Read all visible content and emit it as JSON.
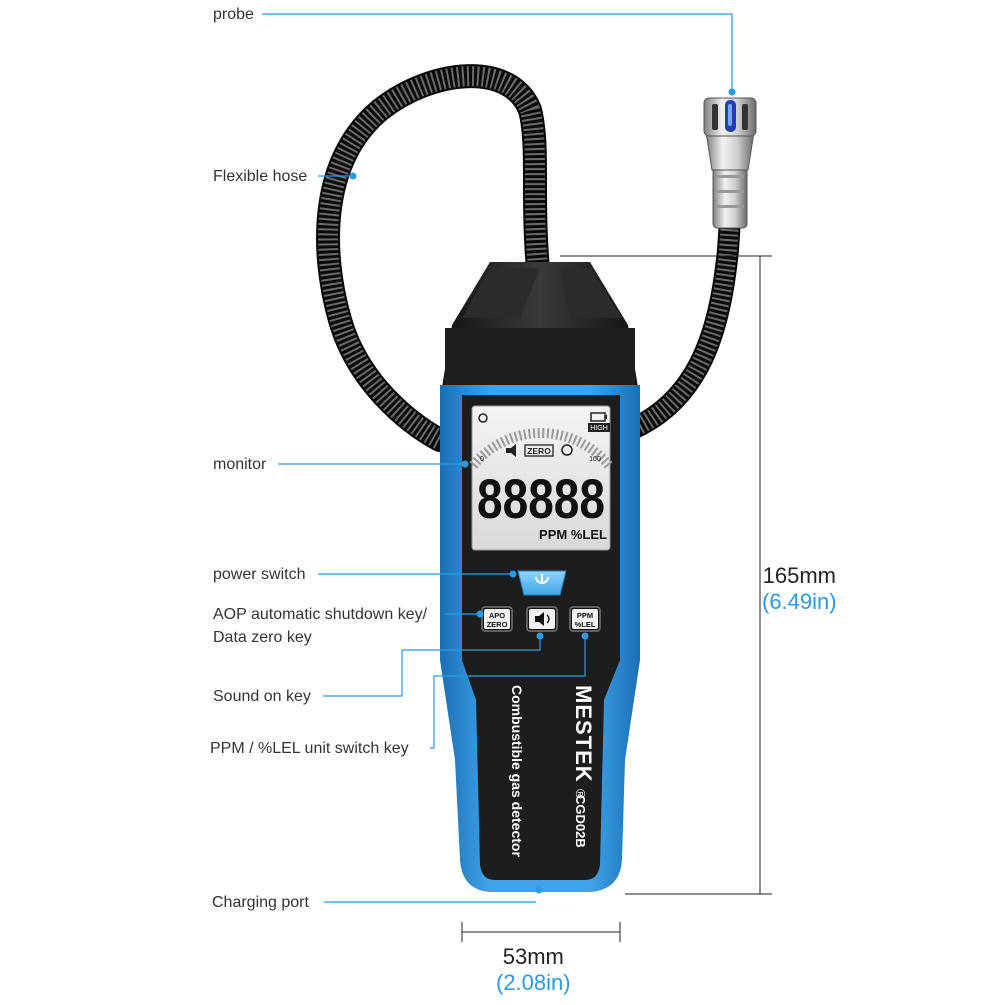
{
  "labels": {
    "probe": "probe",
    "hose": "Flexible hose",
    "monitor": "monitor",
    "power": "power switch",
    "apo_line1": "AOP automatic shutdown key/",
    "apo_line2": "Data zero key",
    "sound": "Sound on key",
    "unit": "PPM / %LEL unit switch key",
    "charging": "Charging port"
  },
  "dimensions": {
    "height_mm": "165mm",
    "height_in": "(6.49in)",
    "width_mm": "53mm",
    "width_in": "(2.08in)"
  },
  "device": {
    "brand": "MESTEK",
    "model": "CGD02B",
    "product": "Combustible gas detector",
    "reg_mark": "®"
  },
  "lcd": {
    "digits": "88888",
    "units": "PPM %LEL",
    "zero_badge": "ZERO",
    "high_badge": "HIGH",
    "scale_min": "0",
    "scale_max": "100"
  },
  "keys": {
    "apo_top": "APO",
    "apo_bottom": "ZERO",
    "ppm_top": "PPM",
    "ppm_bottom": "%LEL"
  },
  "colors": {
    "accent": "#2a9be0",
    "body_blue": "#2f8fd6",
    "body_dark": "#1c1c1c",
    "leader": "#2a9be0"
  },
  "icons": [
    "power-icon",
    "speaker-icon",
    "battery-icon",
    "timer-icon"
  ]
}
